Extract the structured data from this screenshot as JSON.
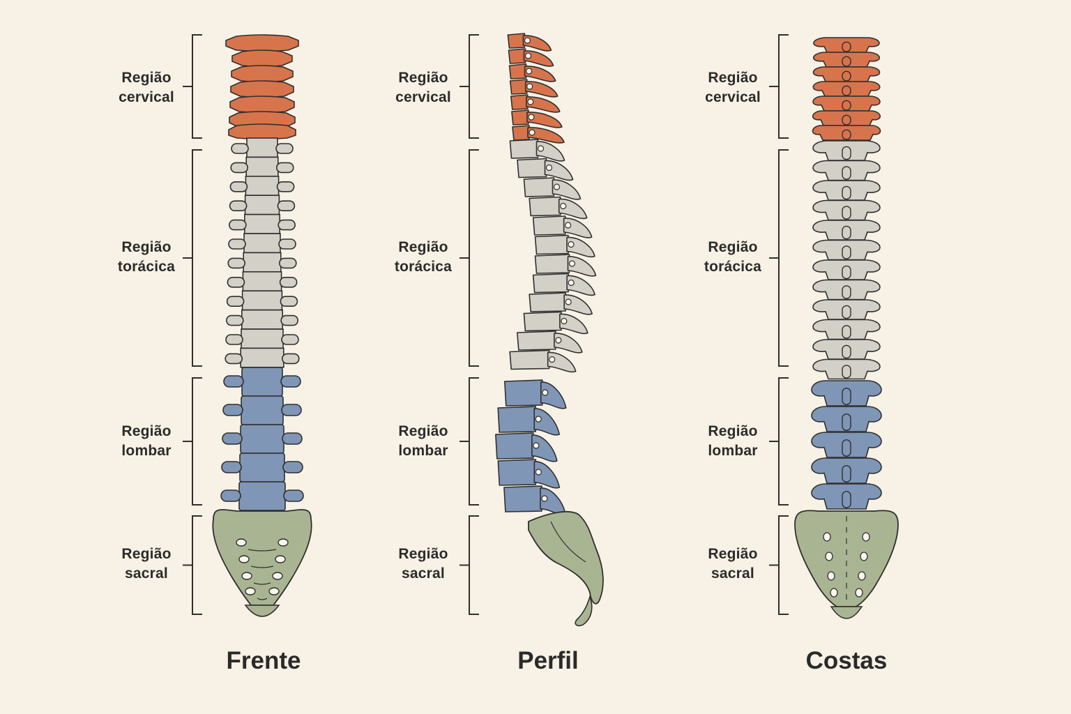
{
  "views": [
    {
      "id": "front",
      "title": "Frente"
    },
    {
      "id": "side",
      "title": "Perfil"
    },
    {
      "id": "back",
      "title": "Costas"
    }
  ],
  "regions": [
    {
      "id": "cervical",
      "line1": "Região",
      "line2": "cervical",
      "color": "#d8744c"
    },
    {
      "id": "thoracic",
      "line1": "Região",
      "line2": "torácica",
      "color": "#d3d0c8"
    },
    {
      "id": "lumbar",
      "line1": "Região",
      "line2": "lombar",
      "color": "#7f96b6"
    },
    {
      "id": "sacral",
      "line1": "Região",
      "line2": "sacral",
      "color": "#a9b592"
    }
  ],
  "outline_color": "#2f2f2f",
  "background_color": "#f8f1e5"
}
